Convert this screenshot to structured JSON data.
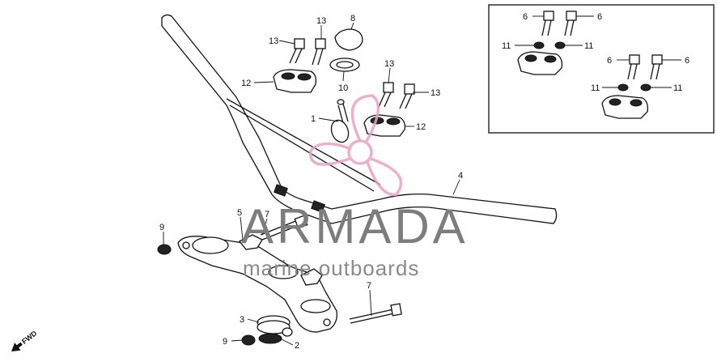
{
  "watermark": {
    "brand": "ARMADA",
    "tagline": "marine outboards",
    "logo_color": "#e9a3c6",
    "text_color": "#7d7d7d"
  },
  "direction_marker": "FWD",
  "callouts": {
    "c1": "1",
    "c2": "2",
    "c3": "3",
    "c4": "4",
    "c5": "5",
    "c6a": "6",
    "c6b": "6",
    "c6c": "6",
    "c6d": "6",
    "c7a": "7",
    "c7b": "7",
    "c8": "8",
    "c9a": "9",
    "c9b": "9",
    "c10": "10",
    "c11a": "11",
    "c11b": "11",
    "c11c": "11",
    "c11d": "11",
    "c12a": "12",
    "c12b": "12",
    "c13a": "13",
    "c13b": "13",
    "c13c": "13",
    "c13d": "13"
  }
}
